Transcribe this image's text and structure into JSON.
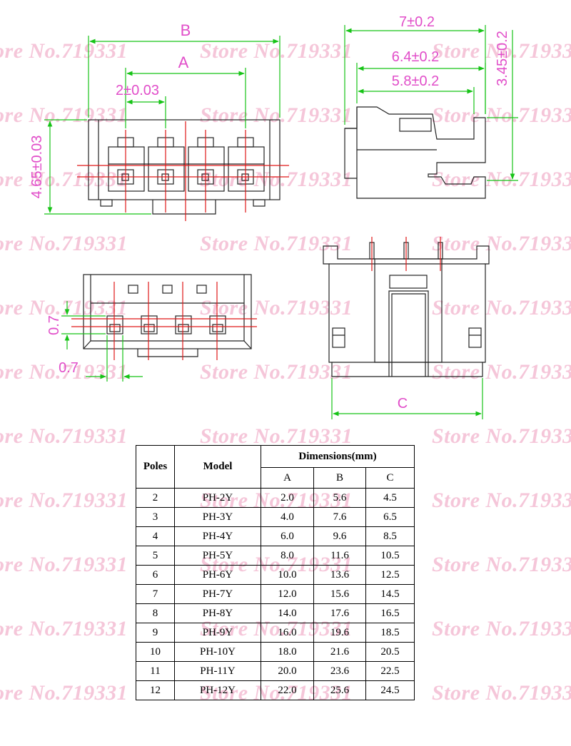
{
  "watermark": {
    "text": "Store No.719331",
    "color": "#f5c6d9"
  },
  "colors": {
    "outline": "#222222",
    "centerline": "#e01818",
    "dimension_line": "#16c316",
    "dimension_text": "#e14ec9"
  },
  "top_view": {
    "label_B": "B",
    "label_A": "A",
    "pitch": "2±0.03",
    "height": "4.65±0.03"
  },
  "side_view": {
    "overall": "7±0.2",
    "mid": "6.4±0.2",
    "inner": "5.8±0.2",
    "height": "3.45±0.2"
  },
  "front_view": {
    "vertical": "0.7",
    "horizontal": "0.7"
  },
  "end_view": {
    "label_C": "C"
  },
  "table": {
    "col_poles": "Poles",
    "col_model": "Model",
    "dimensions_header": "Dimensions(mm)",
    "sub_A": "A",
    "sub_B": "B",
    "sub_C": "C",
    "rows": [
      {
        "poles": "2",
        "model": "PH-2Y",
        "a": "2.0",
        "b": "5.6",
        "c": "4.5"
      },
      {
        "poles": "3",
        "model": "PH-3Y",
        "a": "4.0",
        "b": "7.6",
        "c": "6.5"
      },
      {
        "poles": "4",
        "model": "PH-4Y",
        "a": "6.0",
        "b": "9.6",
        "c": "8.5"
      },
      {
        "poles": "5",
        "model": "PH-5Y",
        "a": "8.0",
        "b": "11.6",
        "c": "10.5"
      },
      {
        "poles": "6",
        "model": "PH-6Y",
        "a": "10.0",
        "b": "13.6",
        "c": "12.5"
      },
      {
        "poles": "7",
        "model": "PH-7Y",
        "a": "12.0",
        "b": "15.6",
        "c": "14.5"
      },
      {
        "poles": "8",
        "model": "PH-8Y",
        "a": "14.0",
        "b": "17.6",
        "c": "16.5"
      },
      {
        "poles": "9",
        "model": "PH-9Y",
        "a": "16.0",
        "b": "19.6",
        "c": "18.5"
      },
      {
        "poles": "10",
        "model": "PH-10Y",
        "a": "18.0",
        "b": "21.6",
        "c": "20.5"
      },
      {
        "poles": "11",
        "model": "PH-11Y",
        "a": "20.0",
        "b": "23.6",
        "c": "22.5"
      },
      {
        "poles": "12",
        "model": "PH-12Y",
        "a": "22.0",
        "b": "25.6",
        "c": "24.5"
      }
    ]
  }
}
